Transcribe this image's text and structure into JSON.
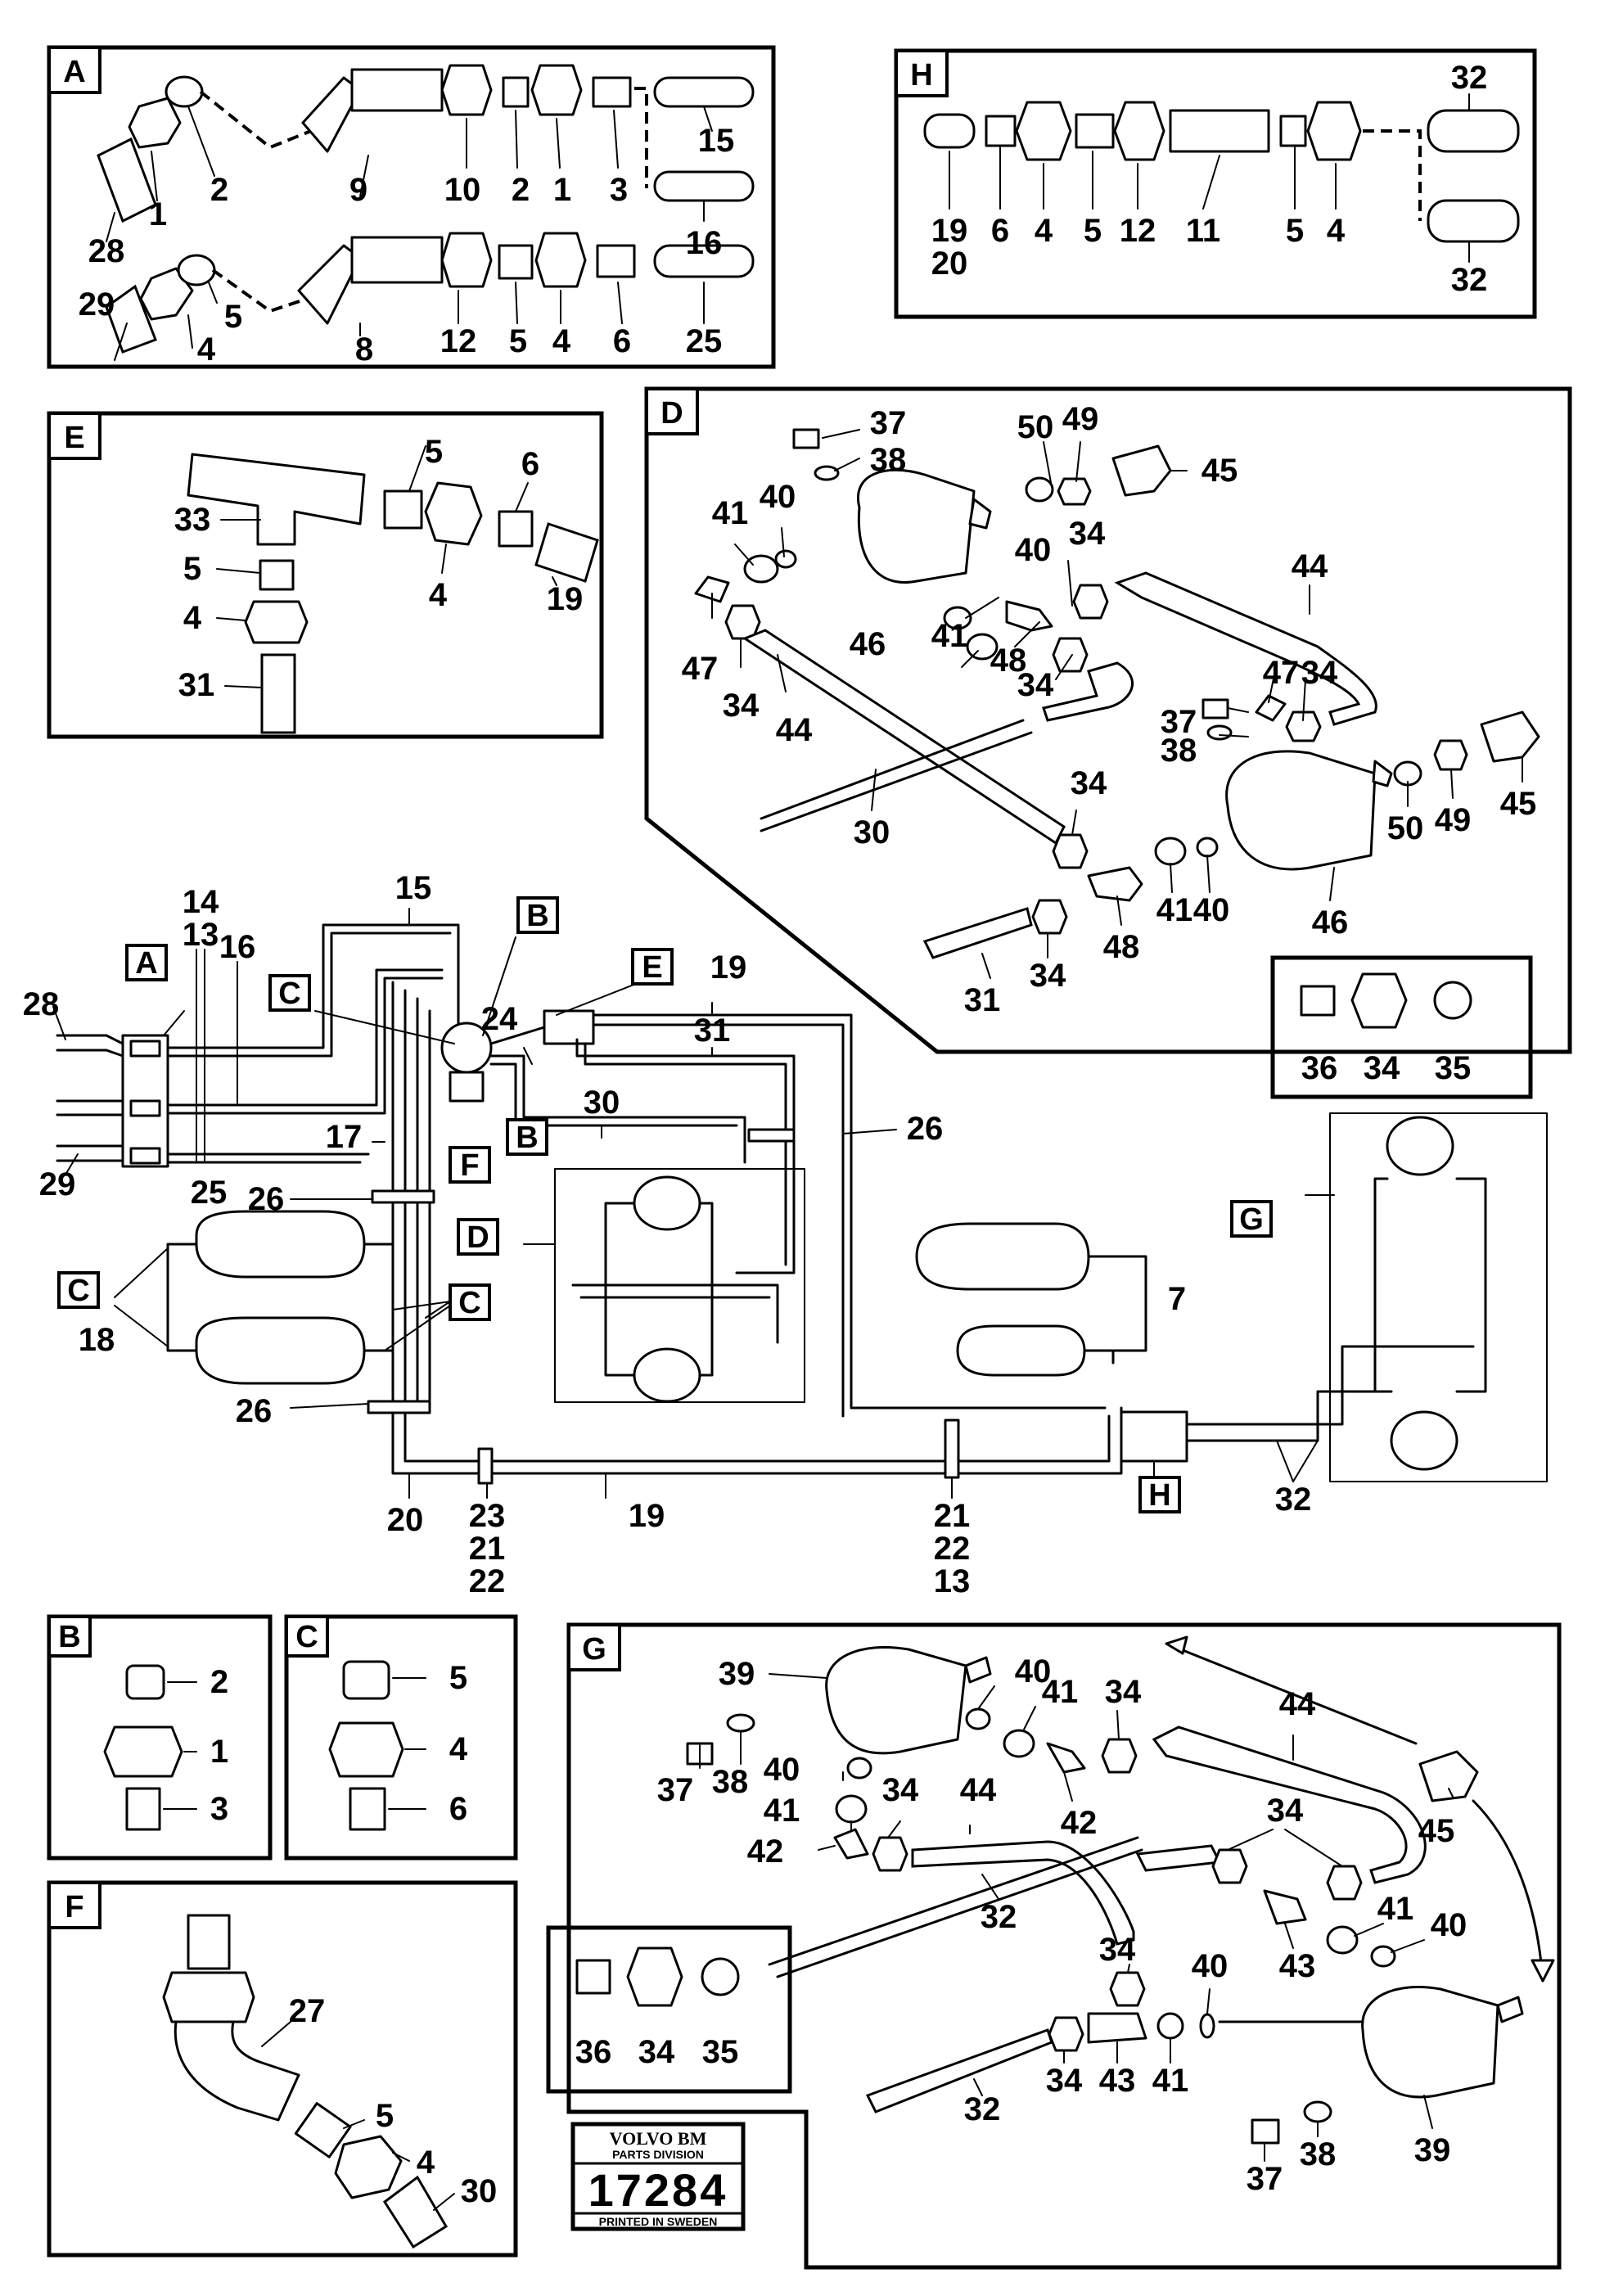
{
  "tags": {
    "A": "A",
    "B": "B",
    "C": "C",
    "D": "D",
    "E": "E",
    "F": "F",
    "G": "G",
    "H": "H"
  },
  "nums": {
    "1": "1",
    "2": "2",
    "3": "3",
    "4": "4",
    "5": "5",
    "6": "6",
    "7": "7",
    "8": "8",
    "9": "9",
    "10": "10",
    "11": "11",
    "12": "12",
    "13": "13",
    "14": "14",
    "15": "15",
    "16": "16",
    "17": "17",
    "18": "18",
    "19": "19",
    "20": "20",
    "21": "21",
    "22": "22",
    "23": "23",
    "24": "24",
    "25": "25",
    "26": "26",
    "27": "27",
    "28": "28",
    "29": "29",
    "30": "30",
    "31": "31",
    "32": "32",
    "33": "33",
    "34": "34",
    "35": "35",
    "36": "36",
    "37": "37",
    "38": "38",
    "39": "39",
    "40": "40",
    "41": "41",
    "42": "42",
    "43": "43",
    "44": "44",
    "45": "45",
    "46": "46",
    "47": "47",
    "48": "48",
    "49": "49",
    "50": "50"
  },
  "logo": {
    "brand": "VOLVO BM",
    "division": "PARTS DIVISION",
    "number": "17284",
    "printed": "PRINTED IN SWEDEN"
  }
}
